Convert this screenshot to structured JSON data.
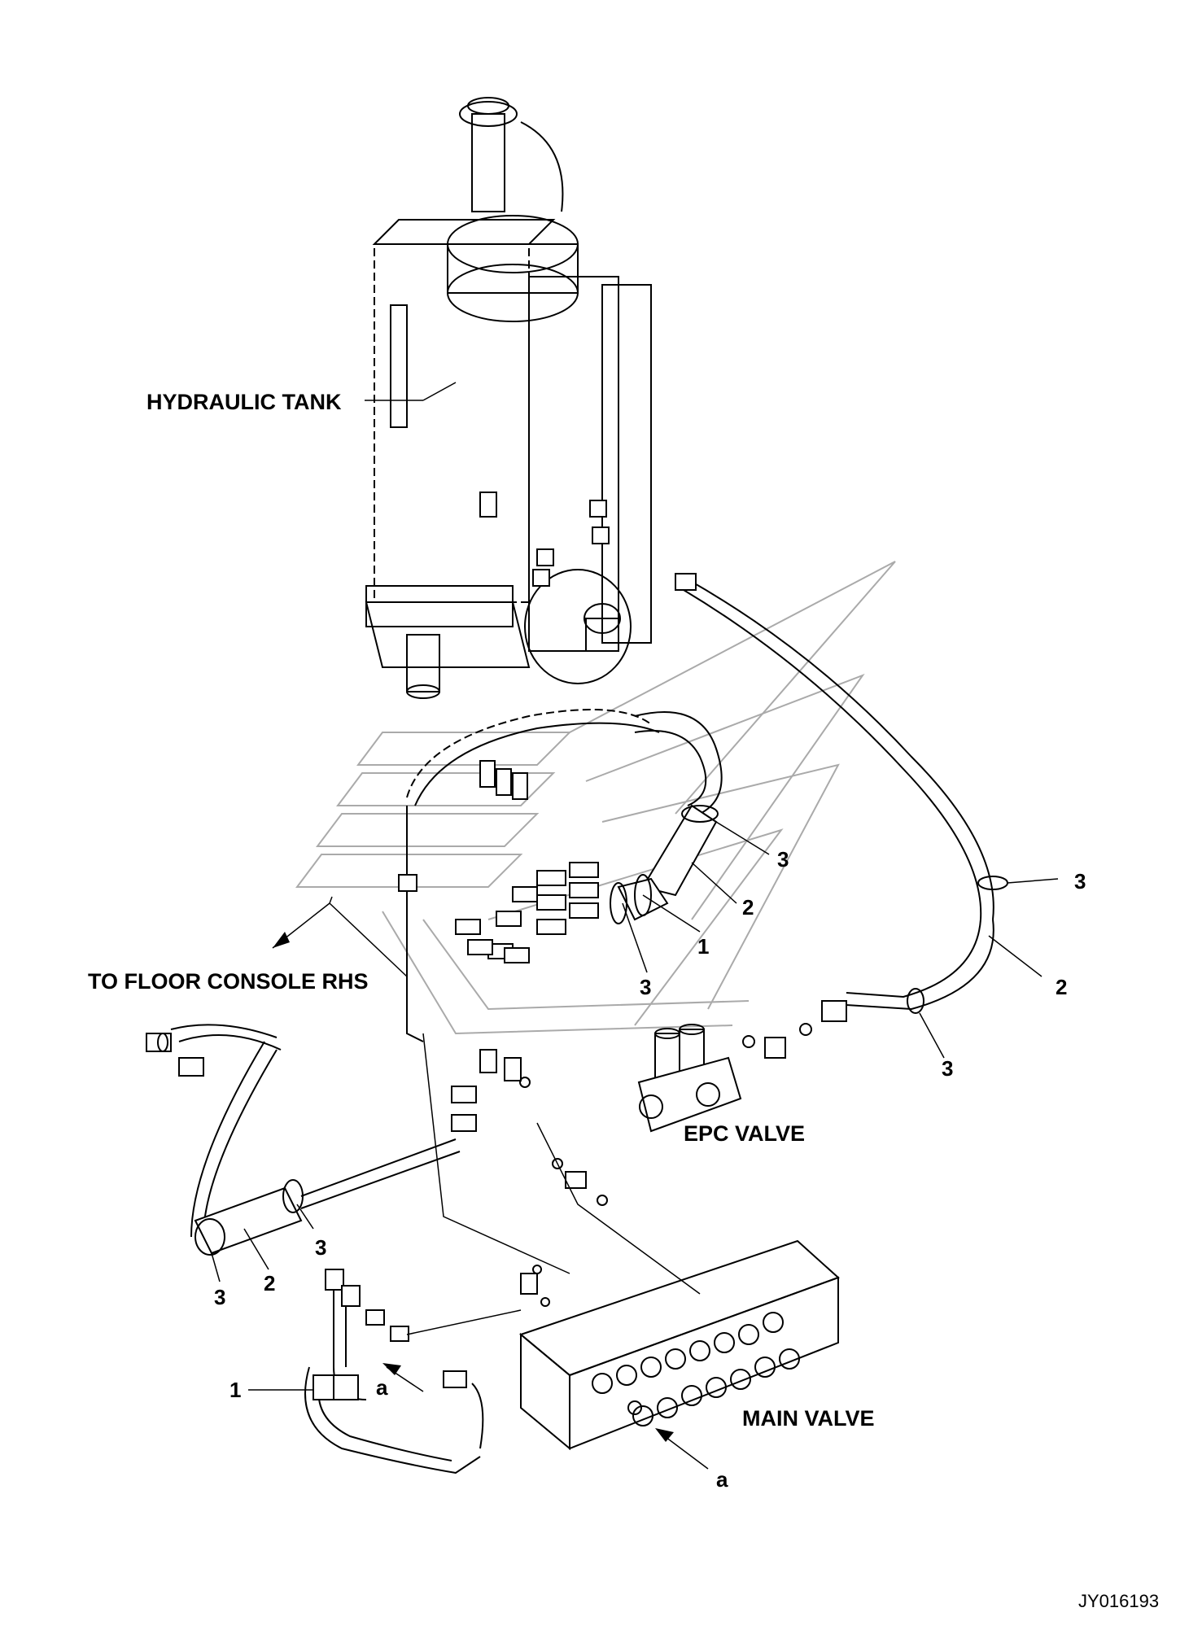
{
  "labels": {
    "hydraulic_tank": "HYDRAULIC TANK",
    "floor_console": "TO FLOOR CONSOLE RHS",
    "epc_valve": "EPC VALVE",
    "main_valve": "MAIN VALVE"
  },
  "callouts": {
    "n1_upper": "1",
    "n1_lower": "1",
    "n2_upper": "2",
    "n2_right": "2",
    "n2_lower": "2",
    "n3_upper": "3",
    "n3_mid": "3",
    "n3_right_top": "3",
    "n3_right_bottom": "3",
    "n3_left_a": "3",
    "n3_left_b": "3",
    "a_left": "a",
    "a_bottom": "a"
  },
  "drawing_code": "JY016193"
}
